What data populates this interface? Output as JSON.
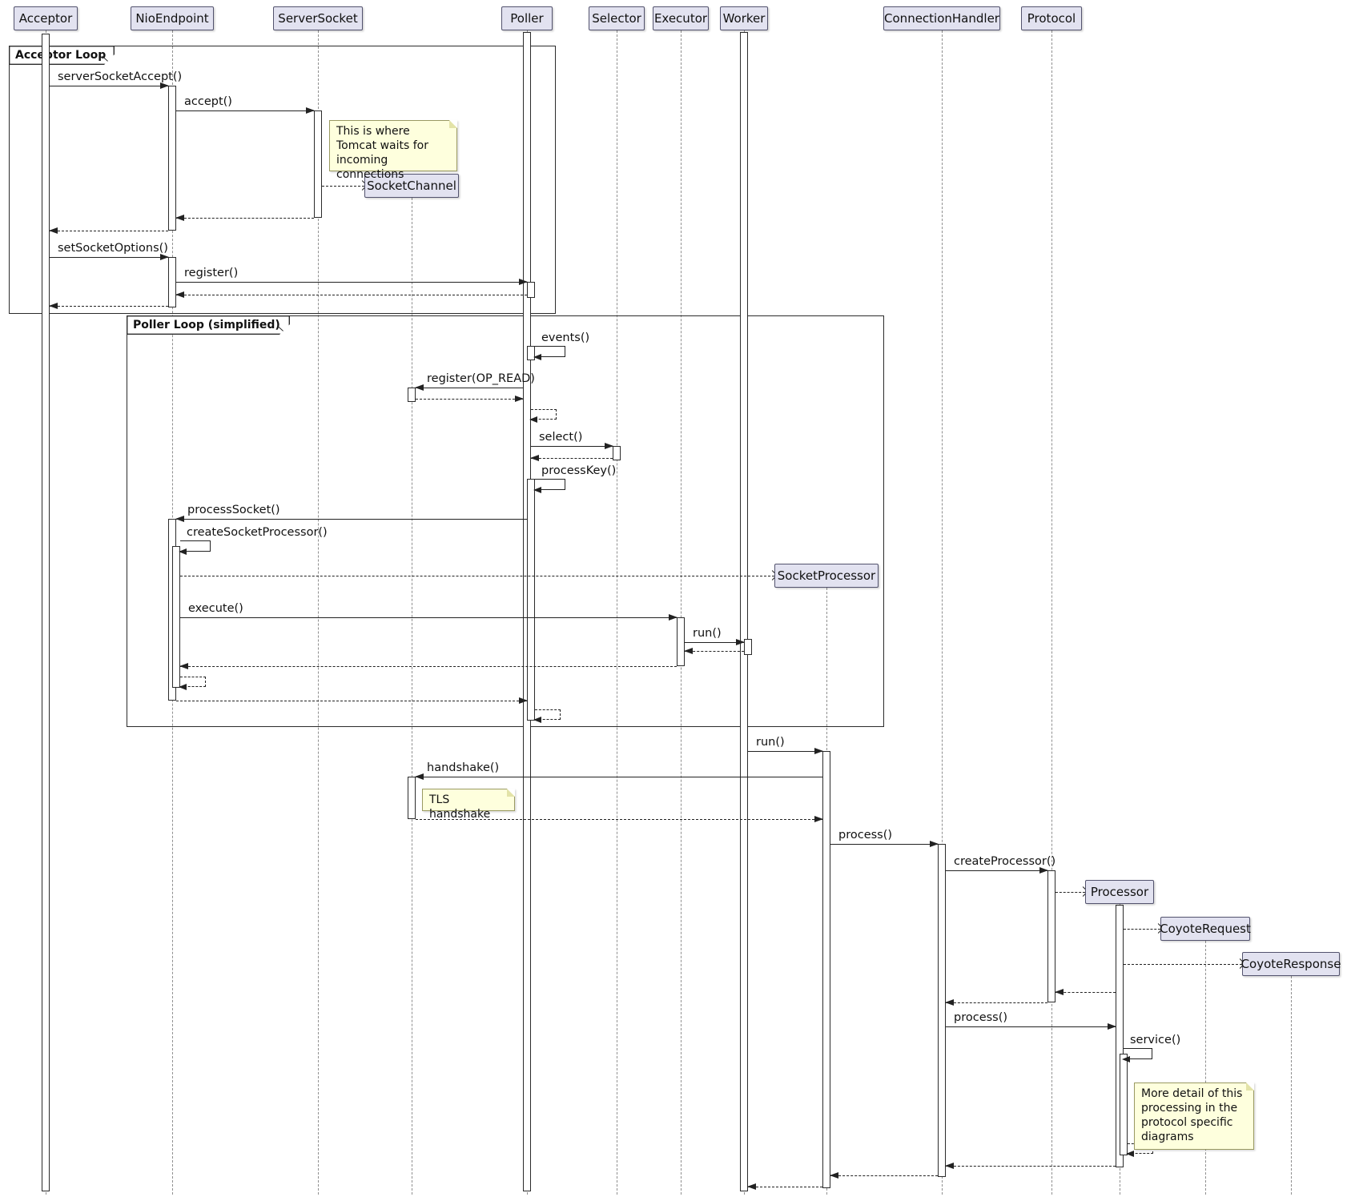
{
  "participants": {
    "acceptor": "Acceptor",
    "nioEndpoint": "NioEndpoint",
    "serverSocket": "ServerSocket",
    "poller": "Poller",
    "selector": "Selector",
    "executor": "Executor",
    "worker": "Worker",
    "connectionHandler": "ConnectionHandler",
    "protocol": "Protocol",
    "socketChannel": "SocketChannel",
    "socketProcessor": "SocketProcessor",
    "processor": "Processor",
    "coyoteRequest": "CoyoteRequest",
    "coyoteResponse": "CoyoteResponse"
  },
  "frames": {
    "acceptorLoop": "Acceptor Loop",
    "pollerLoop": "Poller Loop (simplified)"
  },
  "notes": {
    "tomcatWaits": "This is where Tomcat waits for incoming connections",
    "tlsHandshake": "TLS handshake",
    "moreDetail": "More detail of this processing in the protocol specific diagrams"
  },
  "messages": {
    "serverSocketAccept": "serverSocketAccept()",
    "accept": "accept()",
    "setSocketOptions": "setSocketOptions()",
    "register": "register()",
    "events": "events()",
    "registerOpRead": "register(OP_READ)",
    "select": "select()",
    "processKey": "processKey()",
    "processSocket": "processSocket()",
    "createSocketProcessor": "createSocketProcessor()",
    "execute": "execute()",
    "runWorker": "run()",
    "runSocketProcessor": "run()",
    "handshake": "handshake()",
    "processHandler": "process()",
    "createProcessor": "createProcessor()",
    "processProcessor": "process()",
    "service": "service()"
  }
}
